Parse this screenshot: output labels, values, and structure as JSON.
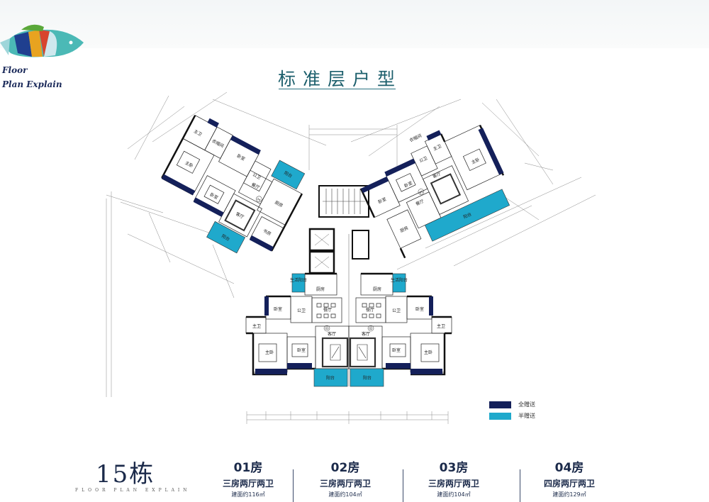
{
  "brand": {
    "logo_line1": "Floor",
    "logo_line2": "Plan Explain"
  },
  "title": "标准层户型",
  "plan": {
    "unit04": {
      "number": "04",
      "rooms": [
        "主卫",
        "衣帽间",
        "卧室",
        "公卫",
        "阳台",
        "厨房",
        "主卧",
        "卧室",
        "餐厅",
        "客厅",
        "书房",
        "阳台"
      ]
    },
    "unit01": {
      "number": "01",
      "rooms": [
        "卧室",
        "卧室",
        "公卫",
        "主卫",
        "衣帽间",
        "主卧",
        "客厅",
        "餐厅",
        "厨房",
        "阳台"
      ]
    },
    "unit03": {
      "number": "03",
      "rooms": [
        "生活阳台",
        "厨房",
        "卧室",
        "公卫",
        "餐厅",
        "主卫",
        "客厅",
        "主卧",
        "卧室",
        "阳台"
      ]
    },
    "unit02": {
      "number": "02",
      "rooms": [
        "生活阳台",
        "厨房",
        "卧室",
        "公卫",
        "餐厅",
        "主卫",
        "客厅",
        "主卧",
        "卧室",
        "阳台"
      ]
    }
  },
  "legend": [
    {
      "label": "全赠送",
      "color": "#14205a"
    },
    {
      "label": "半赠送",
      "color": "#1fa9cc"
    }
  ],
  "footer": {
    "building": "15栋",
    "subtitle": "FLOOR PLAN EXPLAIN",
    "units": [
      {
        "code": "01房",
        "type": "三房两厅两卫",
        "area": "建面约116㎡"
      },
      {
        "code": "02房",
        "type": "三房两厅两卫",
        "area": "建面约104㎡"
      },
      {
        "code": "03房",
        "type": "三房两厅两卫",
        "area": "建面约104㎡"
      },
      {
        "code": "04房",
        "type": "四房两厅两卫",
        "area": "建面约129㎡"
      }
    ]
  }
}
